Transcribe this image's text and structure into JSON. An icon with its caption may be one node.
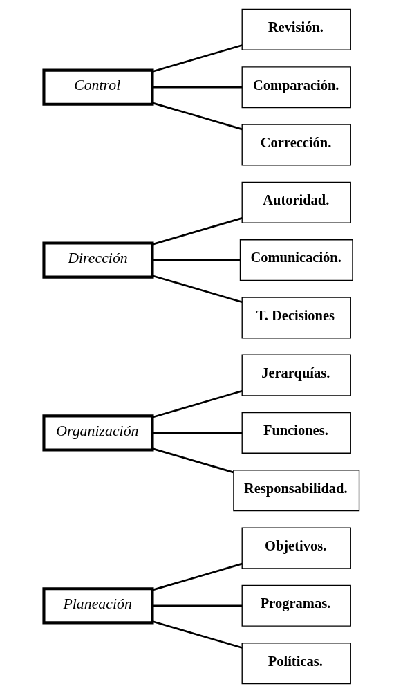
{
  "diagram": {
    "nodes": [
      {
        "text": [
          "Planeación"
        ]
      },
      {
        "text": [
          "Objetivos."
        ]
      },
      {
        "text": [
          "Programas."
        ]
      },
      {
        "text": [
          "Políticas."
        ]
      },
      {
        "text": [
          "Organización"
        ]
      },
      {
        "text": [
          "Jerarquías."
        ]
      },
      {
        "text": [
          "Funciones."
        ]
      },
      {
        "text": [
          "Responsabilidad."
        ]
      },
      {
        "text": [
          "Dirección"
        ]
      },
      {
        "text": [
          "Autoridad."
        ]
      },
      {
        "text": [
          "Comunicación."
        ]
      },
      {
        "text": [
          "T. Decisiones"
        ]
      },
      {
        "text": [
          "Control"
        ]
      },
      {
        "text": [
          "Revisión."
        ]
      },
      {
        "text": [
          "Comparación."
        ]
      },
      {
        "text": [
          "Corrección."
        ]
      }
    ],
    "edges": [
      {
        "from": 0,
        "to": 1,
        "arrow": "none"
      },
      {
        "from": 0,
        "to": 2,
        "arrow": "none"
      },
      {
        "from": 0,
        "to": 3,
        "arrow": "none"
      },
      {
        "from": 4,
        "to": 5,
        "arrow": "none"
      },
      {
        "from": 4,
        "to": 6,
        "arrow": "none"
      },
      {
        "from": 4,
        "to": 7,
        "arrow": "none"
      },
      {
        "from": 8,
        "to": 9,
        "arrow": "none"
      },
      {
        "from": 8,
        "to": 10,
        "arrow": "none"
      },
      {
        "from": 8,
        "to": 11,
        "arrow": "none"
      },
      {
        "from": 12,
        "to": 13,
        "arrow": "none"
      },
      {
        "from": 12,
        "to": 14,
        "arrow": "none"
      },
      {
        "from": 12,
        "to": 15,
        "arrow": "none"
      }
    ]
  }
}
